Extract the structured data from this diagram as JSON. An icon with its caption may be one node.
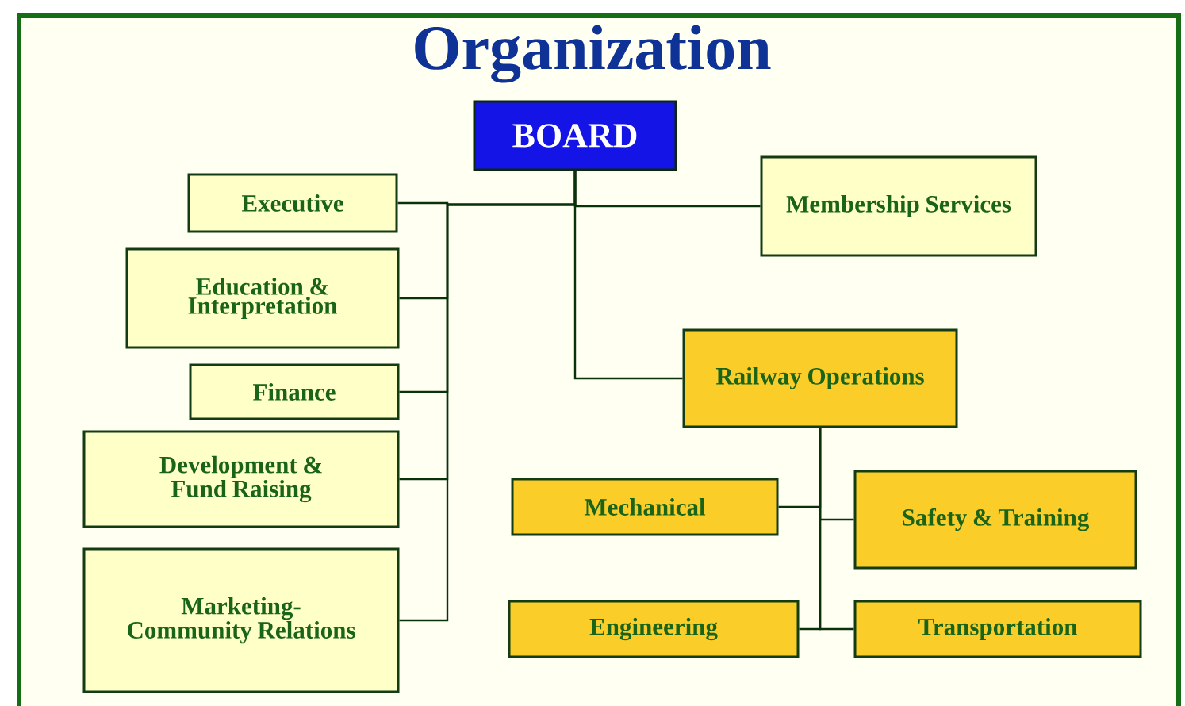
{
  "diagram": {
    "title": "Organization",
    "nodes": [
      {
        "text": [
          "BOARD"
        ]
      },
      {
        "text": [
          "Executive"
        ]
      },
      {
        "text": [
          "Membership Services"
        ]
      },
      {
        "text": [
          "Education & Interpretation"
        ]
      },
      {
        "text": [
          "Finance"
        ]
      },
      {
        "text": [
          "Railway Operations"
        ]
      },
      {
        "text": [
          "Development & Fund Raising"
        ]
      },
      {
        "text": [
          "Mechanical"
        ]
      },
      {
        "text": [
          "Safety & Training"
        ]
      },
      {
        "text": [
          "Marketing-Community Relations"
        ]
      },
      {
        "text": [
          "Engineering"
        ]
      },
      {
        "text": [
          "Transportation"
        ]
      }
    ],
    "edges": [
      {
        "from": 0,
        "to": 1,
        "arrow": "none"
      },
      {
        "from": 0,
        "to": 2,
        "arrow": "none"
      },
      {
        "from": 0,
        "to": 3,
        "arrow": "none"
      },
      {
        "from": 0,
        "to": 4,
        "arrow": "none"
      },
      {
        "from": 0,
        "to": 5,
        "arrow": "none"
      },
      {
        "from": 0,
        "to": 6,
        "arrow": "none"
      },
      {
        "from": 0,
        "to": 9,
        "arrow": "none"
      },
      {
        "from": 5,
        "to": 7,
        "arrow": "none"
      },
      {
        "from": 5,
        "to": 8,
        "arrow": "none"
      },
      {
        "from": 5,
        "to": 10,
        "arrow": "none"
      },
      {
        "from": 5,
        "to": 11,
        "arrow": "none"
      }
    ]
  }
}
